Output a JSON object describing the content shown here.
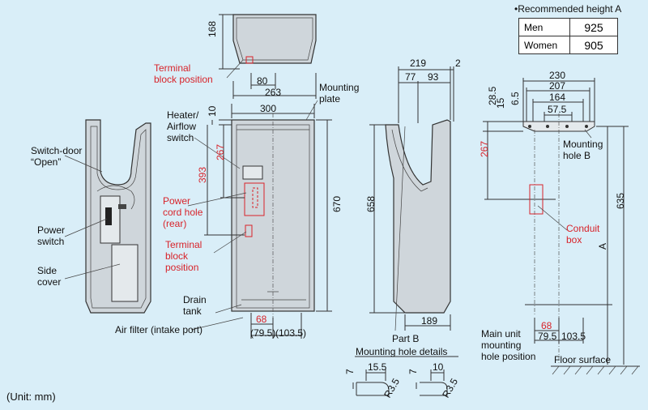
{
  "labels": {
    "terminal_block_top": [
      "Terminal",
      "block position"
    ],
    "mounting_plate": [
      "Mounting",
      "plate"
    ],
    "heater_switch": [
      "Heater/",
      "Airflow",
      "switch"
    ],
    "switch_door": [
      "Switch-door",
      "“Open”"
    ],
    "power_cord_hole": [
      "Power",
      "cord hole",
      "(rear)"
    ],
    "power_switch": [
      "Power",
      "switch"
    ],
    "side_cover": [
      "Side",
      "cover"
    ],
    "terminal_block_front": [
      "Terminal",
      "block",
      "position"
    ],
    "drain_tank": [
      "Drain",
      "tank"
    ],
    "air_filter": "Air filter (intake port)",
    "part_b": "Part B",
    "mounting_hole_details": "Mounting hole details",
    "mounting_hole_b": [
      "Mounting",
      "hole B"
    ],
    "conduit_box": [
      "Conduit",
      "box"
    ],
    "main_unit_mounting": [
      "Main unit",
      "mounting",
      "hole position"
    ],
    "floor_surface": "Floor surface",
    "unit_note": "(Unit: mm)"
  },
  "dimensions": {
    "top_height": "168",
    "top_80": "80",
    "top_263": "263",
    "front_300": "300",
    "front_10": "10",
    "front_393": "393",
    "front_267": "267",
    "front_670": "670",
    "front_68": "68",
    "front_79_5": "(79.5)",
    "front_103_5": "(103.5)",
    "side_219": "219",
    "side_2": "2",
    "side_77": "77",
    "side_93": "93",
    "side_658": "658",
    "side_189": "189",
    "detail_15_5": "15.5",
    "detail_10": "10",
    "detail_7a": "7",
    "detail_7b": "7",
    "detail_r3_5a": "R3.5",
    "detail_r3_5b": "R3.5",
    "plate_230": "230",
    "plate_207": "207",
    "plate_164": "164",
    "plate_57_5": "57.5",
    "plate_28_5": "28.5",
    "plate_15": "15",
    "plate_6_5": "6.5",
    "plate_267": "267",
    "plate_635": "635",
    "plate_A": "A",
    "plate_68": "68",
    "plate_79_5": "79.5",
    "plate_103_5": "103.5"
  },
  "recommended_height": {
    "title": "•Recommended height A",
    "rows": [
      {
        "label": "Men",
        "value": "925"
      },
      {
        "label": "Women",
        "value": "905"
      }
    ]
  },
  "colors": {
    "background": "#d9eef8",
    "highlight": "#d8232a"
  }
}
